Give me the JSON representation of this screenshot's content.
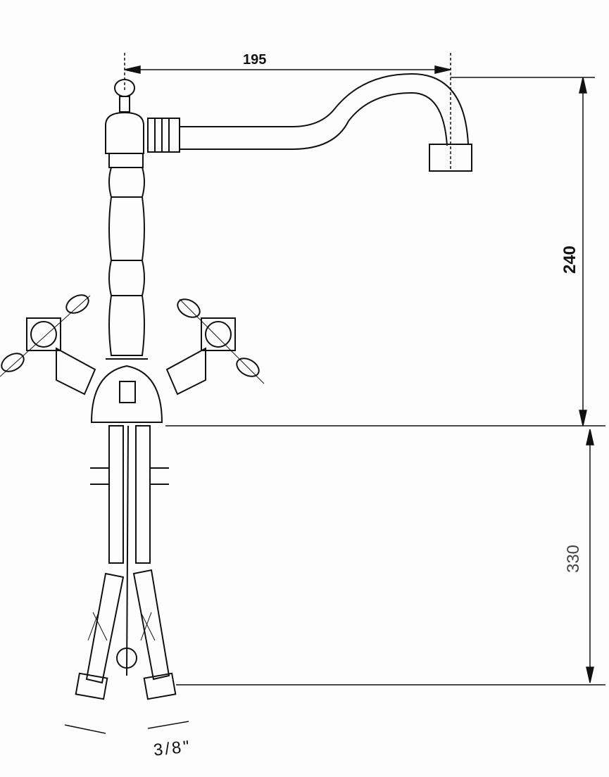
{
  "dimensions": {
    "spout_reach": "195",
    "height_above_deck": "240",
    "hose_length": "330",
    "connection": "3/8\""
  }
}
